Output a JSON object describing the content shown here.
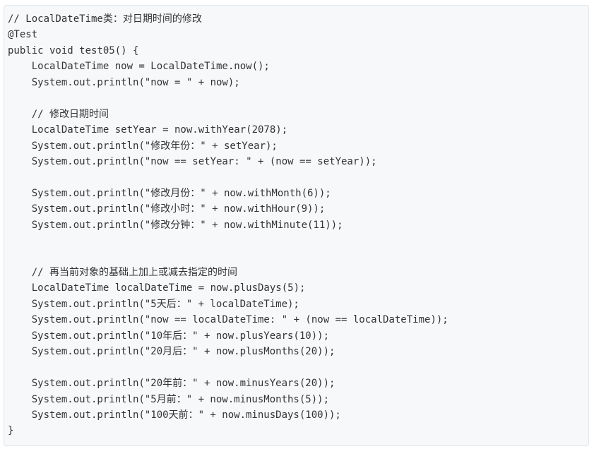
{
  "code_block": {
    "lines": [
      "// LocalDateTime类：对日期时间的修改",
      "@Test",
      "public void test05() {",
      "    LocalDateTime now = LocalDateTime.now();",
      "    System.out.println(\"now = \" + now);",
      "",
      "    // 修改日期时间",
      "    LocalDateTime setYear = now.withYear(2078);",
      "    System.out.println(\"修改年份：\" + setYear);",
      "    System.out.println(\"now == setYear: \" + (now == setYear));",
      "",
      "    System.out.println(\"修改月份：\" + now.withMonth(6));",
      "    System.out.println(\"修改小时：\" + now.withHour(9));",
      "    System.out.println(\"修改分钟：\" + now.withMinute(11));",
      "",
      "",
      "    // 再当前对象的基础上加上或减去指定的时间",
      "    LocalDateTime localDateTime = now.plusDays(5);",
      "    System.out.println(\"5天后：\" + localDateTime);",
      "    System.out.println(\"now == localDateTime: \" + (now == localDateTime));",
      "    System.out.println(\"10年后：\" + now.plusYears(10));",
      "    System.out.println(\"20月后：\" + now.plusMonths(20));",
      "",
      "    System.out.println(\"20年前：\" + now.minusYears(20));",
      "    System.out.println(\"5月前：\" + now.minusMonths(5));",
      "    System.out.println(\"100天前：\" + now.minusDays(100));",
      "}"
    ]
  }
}
